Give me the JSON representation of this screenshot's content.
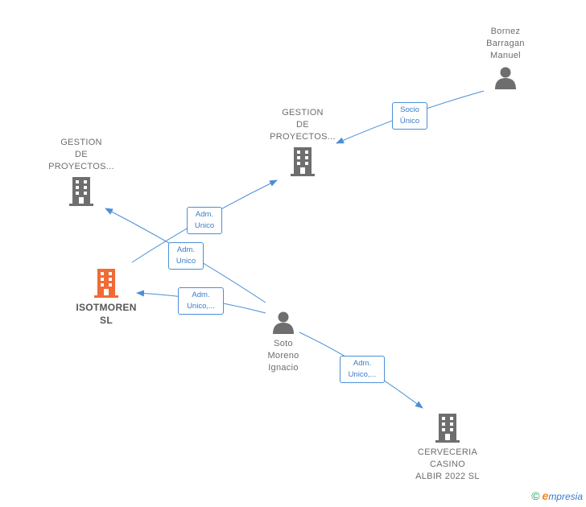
{
  "nodes": {
    "bornez": {
      "label": "Bornez\nBarragan\nManuel"
    },
    "gestion_right": {
      "label": "GESTION\nDE\nPROYECTOS..."
    },
    "gestion_left": {
      "label": "GESTION\nDE\nPROYECTOS..."
    },
    "isotmoren": {
      "label": "ISOTMOREN\nSL"
    },
    "soto": {
      "label": "Soto\nMoreno\nIgnacio"
    },
    "cerveceria": {
      "label": "CERVECERIA\nCASINO\nALBIR 2022  SL"
    }
  },
  "edges": {
    "socio_unico": {
      "label": "Socio\nÚnico"
    },
    "adm_unico_1": {
      "label": "Adm.\nUnico"
    },
    "adm_unico_2": {
      "label": "Adm.\nUnico"
    },
    "adm_unico_3": {
      "label": "Adm.\nUnico,..."
    },
    "adm_unico_4": {
      "label": "Adm.\nUnico,..."
    }
  },
  "colors": {
    "edge": "#4a8fd8",
    "company_icon": "#6e6e6e",
    "focus_icon": "#f26a35",
    "person_icon": "#6e6e6e"
  },
  "brand": {
    "symbol": "©",
    "initial": "e",
    "rest": "mpresia"
  }
}
